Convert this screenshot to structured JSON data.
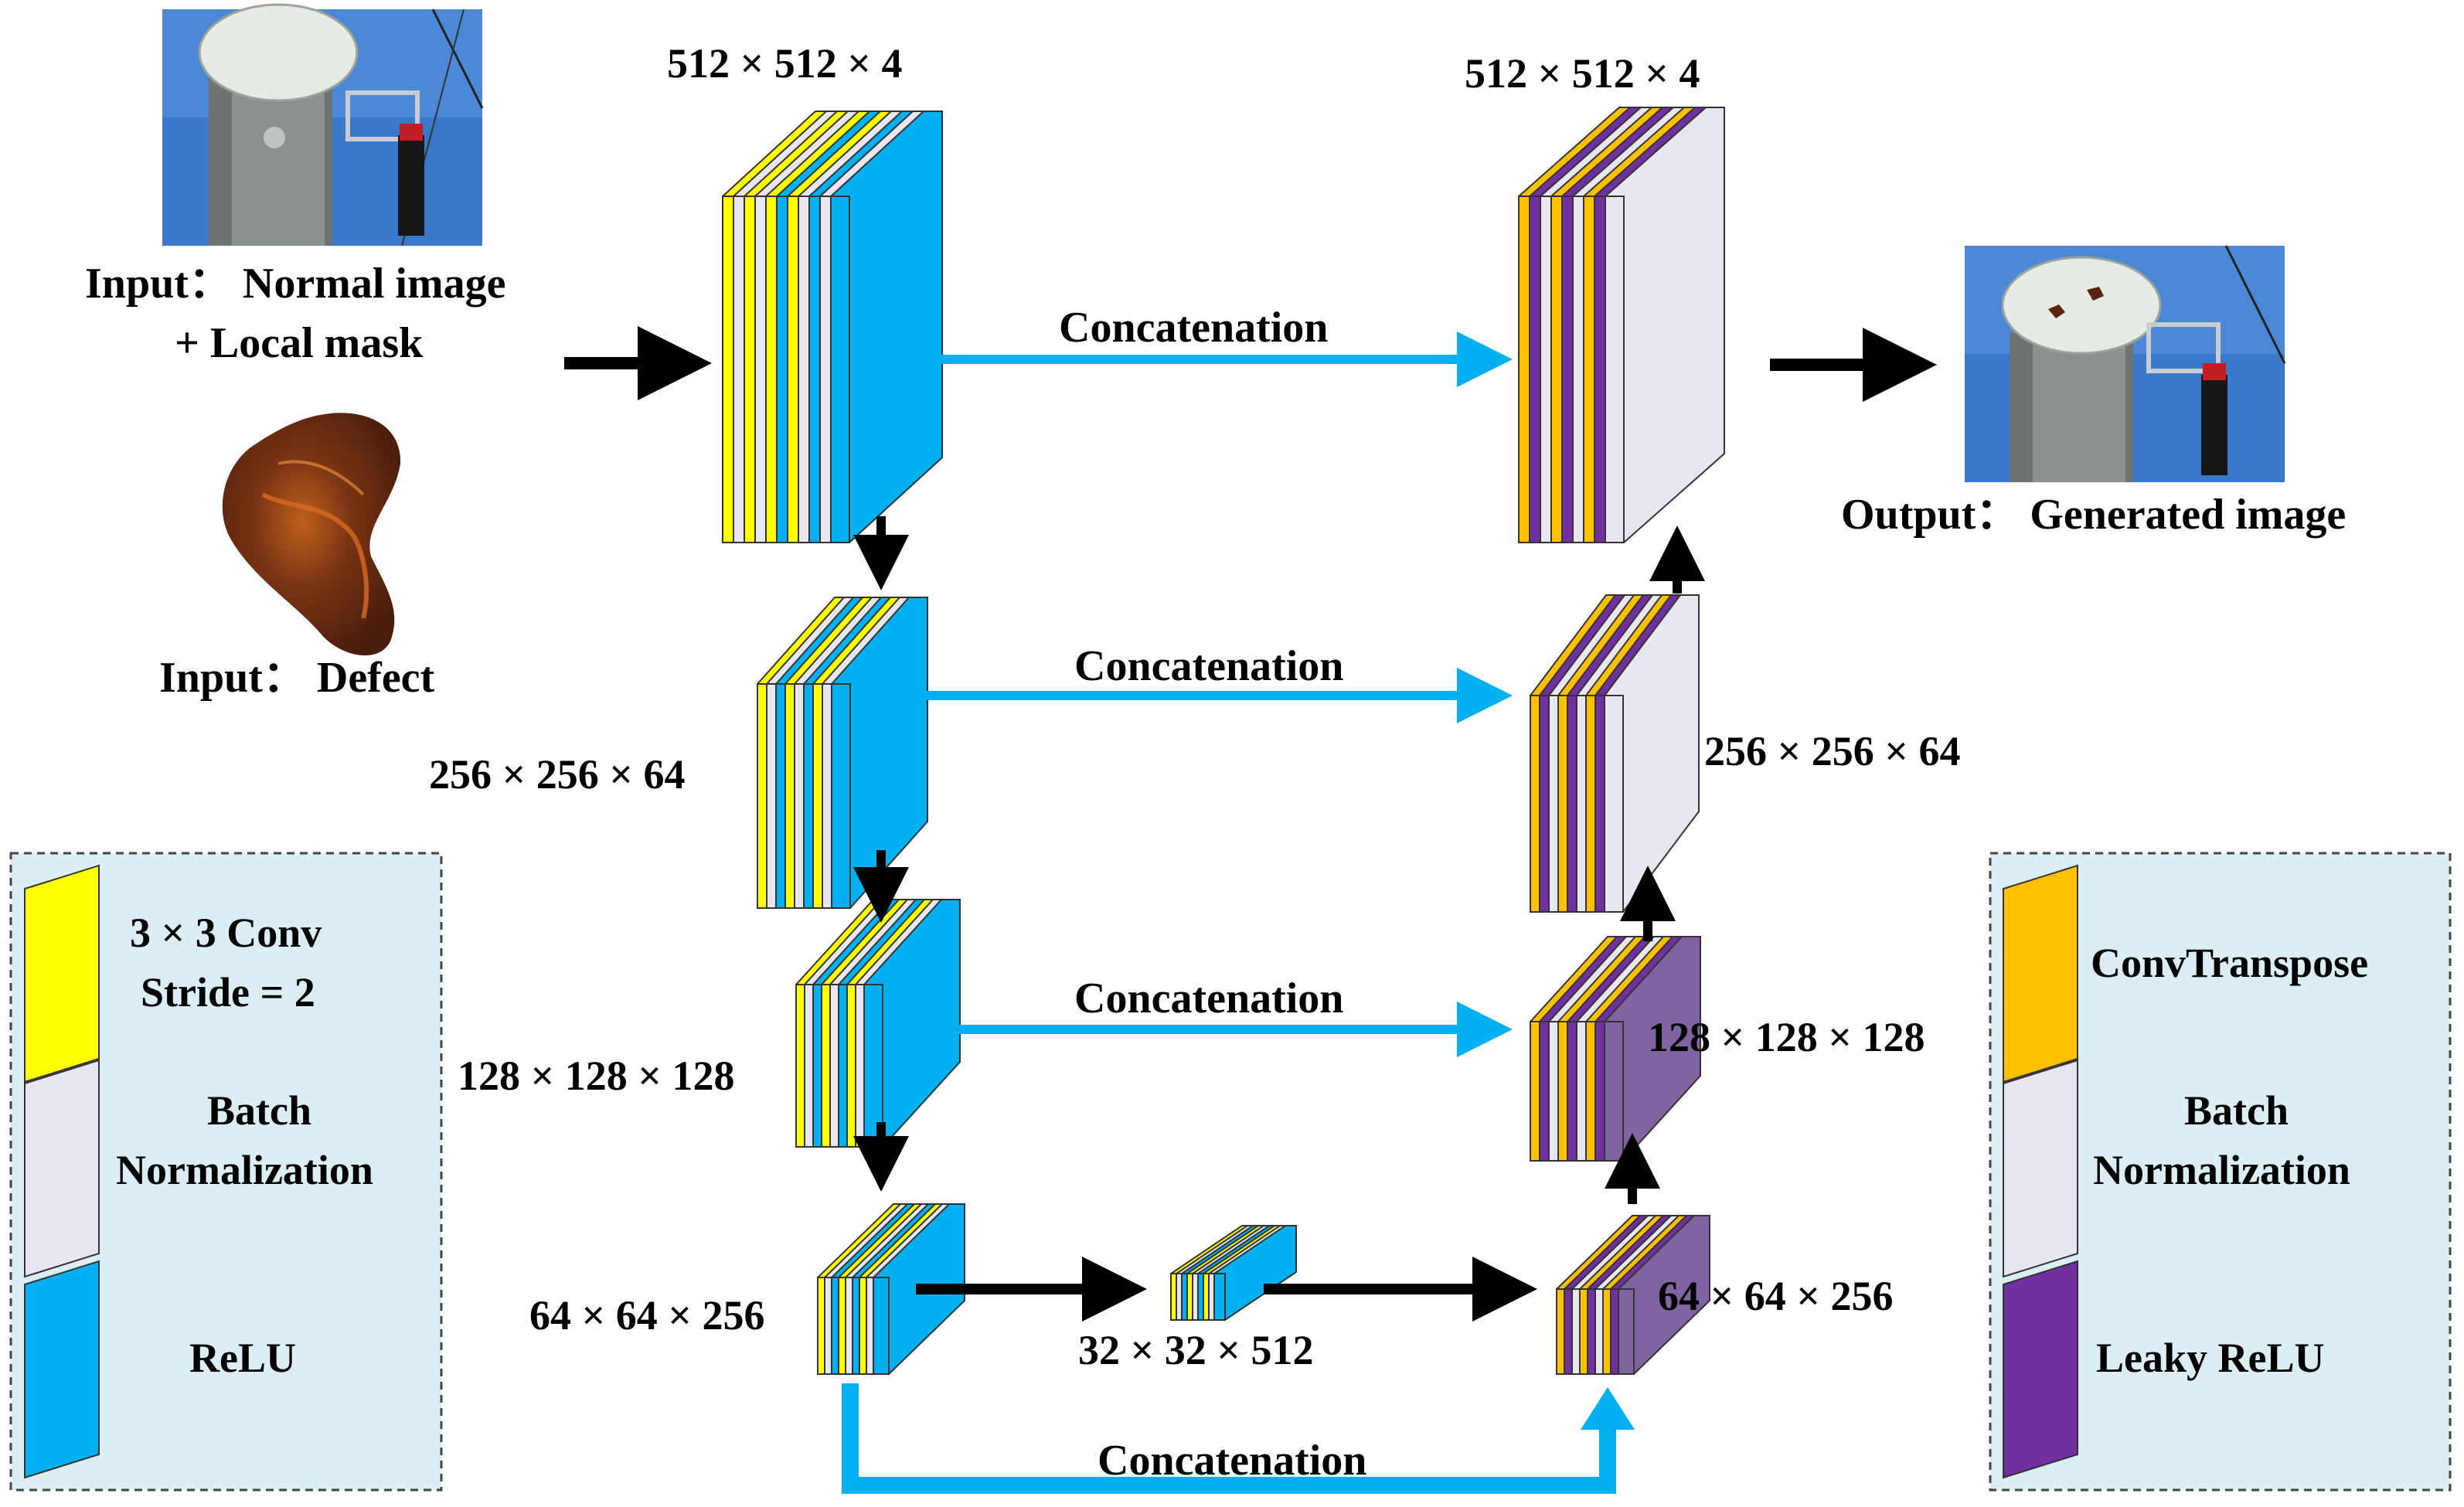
{
  "inputs": {
    "normal_image_label_line1": "Input： Normal image",
    "normal_image_label_line2": "+ Local mask",
    "defect_label": "Input： Defect"
  },
  "output": {
    "label": "Output： Generated image"
  },
  "encoder": {
    "dims": [
      "512 × 512 × 4",
      "256 × 256 × 64",
      "128 × 128 × 128",
      "64 × 64 × 256"
    ]
  },
  "bottleneck": {
    "dim": "32 × 32 × 512"
  },
  "decoder": {
    "dims": [
      "512 × 512 × 4",
      "256 × 256 × 64",
      "128 × 128 × 128",
      "64 × 64 × 256"
    ]
  },
  "skip_label": "Concatenation",
  "legend_left": {
    "items": [
      {
        "line1": "3 × 3 Conv",
        "line2": "Stride = 2",
        "color": "#ffff00"
      },
      {
        "line1": "Batch",
        "line2": "Normalization",
        "color": "#e8e6f0"
      },
      {
        "line1": "ReLU",
        "line2": "",
        "color": "#00b0f0"
      }
    ]
  },
  "legend_right": {
    "items": [
      {
        "line1": "ConvTranspose",
        "line2": "",
        "color": "#ffc000"
      },
      {
        "line1": "Batch",
        "line2": "Normalization",
        "color": "#e8e6f0"
      },
      {
        "line1": "Leaky ReLU",
        "line2": "",
        "color": "#7030a0"
      }
    ]
  },
  "colors": {
    "conv": "#ffff00",
    "convtranspose": "#ffc000",
    "bn": "#e8e6f0",
    "relu": "#00b0f0",
    "leaky": "#7030a0",
    "leaky_light": "#8064a2",
    "skip_arrow": "#00b0f0",
    "legend_bg": "#dbeef3",
    "sky": "#3a78c9"
  }
}
